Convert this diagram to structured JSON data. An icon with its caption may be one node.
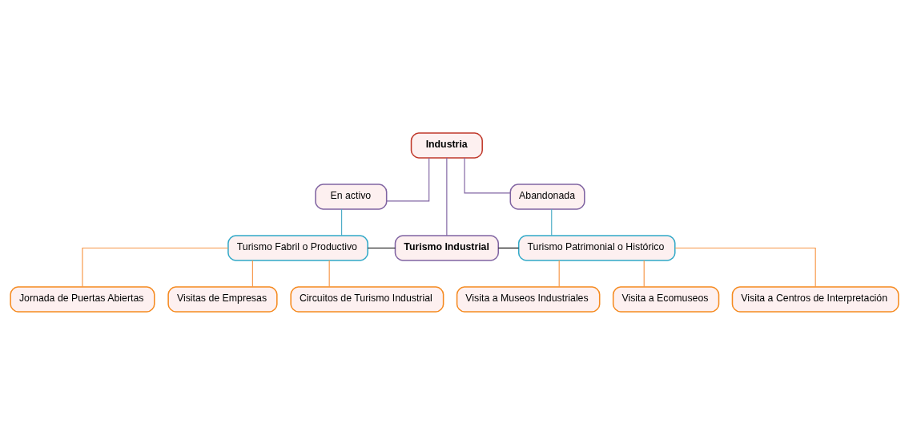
{
  "diagram": {
    "nodes": [
      {
        "text": [
          "Industria"
        ]
      },
      {
        "text": [
          "En activo"
        ]
      },
      {
        "text": [
          "Abandonada"
        ]
      },
      {
        "text": [
          "Turismo Industrial"
        ]
      },
      {
        "text": [
          "Turismo Fabril o Productivo"
        ]
      },
      {
        "text": [
          "Turismo Patrimonial o Histórico"
        ]
      },
      {
        "text": [
          "Jornada de Puertas Abiertas"
        ]
      },
      {
        "text": [
          "Visitas de Empresas"
        ]
      },
      {
        "text": [
          "Circuitos de Turismo Industrial"
        ]
      },
      {
        "text": [
          "Visita a Museos Industriales"
        ]
      },
      {
        "text": [
          "Visita a Ecomuseos"
        ]
      },
      {
        "text": [
          "Visita a Centros de Interpretación"
        ]
      }
    ],
    "edges": [
      {
        "from": 0,
        "to": 1,
        "arrow": "none",
        "color": "#8064a2"
      },
      {
        "from": 0,
        "to": 3,
        "arrow": "none",
        "color": "#8064a2"
      },
      {
        "from": 0,
        "to": 2,
        "arrow": "none",
        "color": "#8064a2"
      },
      {
        "from": 1,
        "to": 4,
        "arrow": "none",
        "color": "#4bacc6"
      },
      {
        "from": 2,
        "to": 5,
        "arrow": "none",
        "color": "#4bacc6"
      },
      {
        "from": 3,
        "to": 4,
        "arrow": "none",
        "color": "#000000"
      },
      {
        "from": 3,
        "to": 5,
        "arrow": "none",
        "color": "#000000"
      },
      {
        "from": 4,
        "to": 6,
        "arrow": "none"
      },
      {
        "from": 4,
        "to": 7,
        "arrow": "none"
      },
      {
        "from": 4,
        "to": 8,
        "arrow": "none"
      },
      {
        "from": 5,
        "to": 9,
        "arrow": "none"
      },
      {
        "from": 5,
        "to": 10,
        "arrow": "none"
      },
      {
        "from": 5,
        "to": 11,
        "arrow": "none"
      }
    ]
  }
}
